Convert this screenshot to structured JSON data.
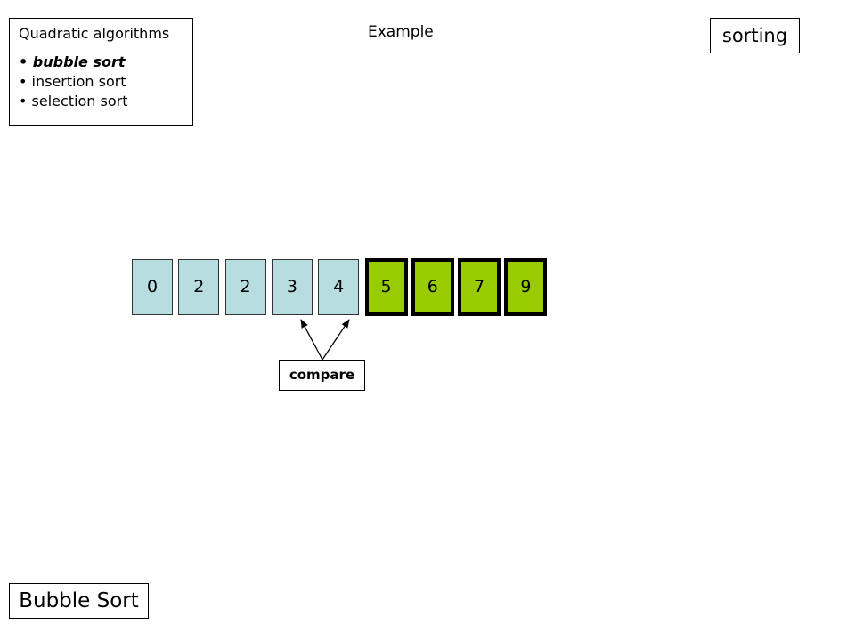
{
  "algorithms_panel": {
    "title": "Quadratic algorithms",
    "items": [
      {
        "label": "• bubble sort",
        "active": true
      },
      {
        "label": "• insertion sort",
        "active": false
      },
      {
        "label": "• selection sort",
        "active": false
      }
    ]
  },
  "example_title": "Example",
  "topic_tag": "sorting",
  "footer_tag": "Bubble Sort",
  "array": {
    "values": [
      0,
      2,
      2,
      3,
      4,
      5,
      6,
      7,
      9
    ],
    "sorted_from_index": 5,
    "compare_indices": [
      3,
      4
    ]
  },
  "compare_label": "compare",
  "colors": {
    "unsorted_fill": "#b7dde0",
    "sorted_fill": "#99cc00",
    "text": "#000000"
  }
}
